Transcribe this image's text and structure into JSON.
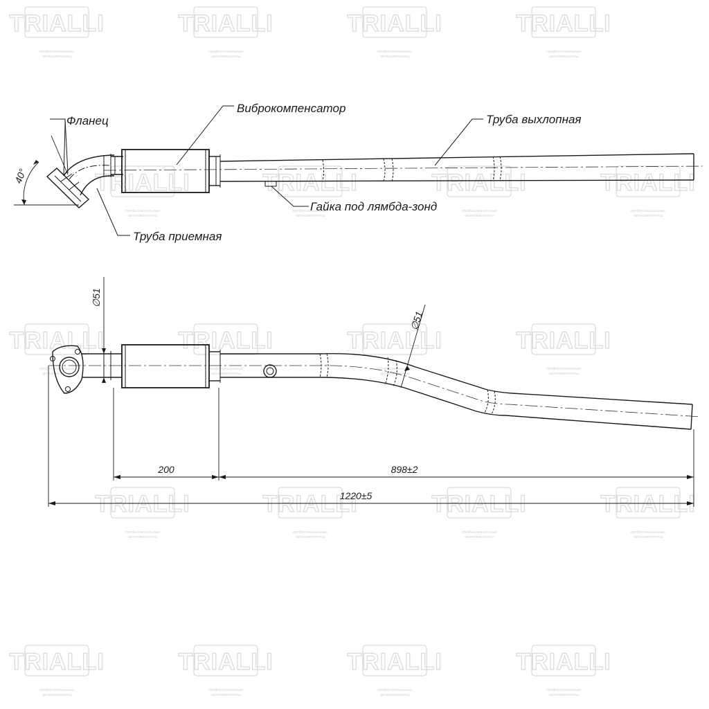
{
  "watermark": {
    "brand": "TRIALLI",
    "tagline_1": "профессиональные",
    "tagline_2": "автокомпоненты"
  },
  "labels": {
    "flange": "Фланец",
    "flex_joint": "Виброкомпенсатор",
    "exhaust_pipe": "Труба выхлопная",
    "lambda_nut": "Гайка под лямбда-зонд",
    "inlet_pipe": "Труба приемная"
  },
  "dimensions": {
    "angle": "40°",
    "diameter_1": "∅51",
    "diameter_2": "∅51",
    "length_200": "200",
    "length_898": "898±2",
    "length_1220": "1220±5"
  }
}
